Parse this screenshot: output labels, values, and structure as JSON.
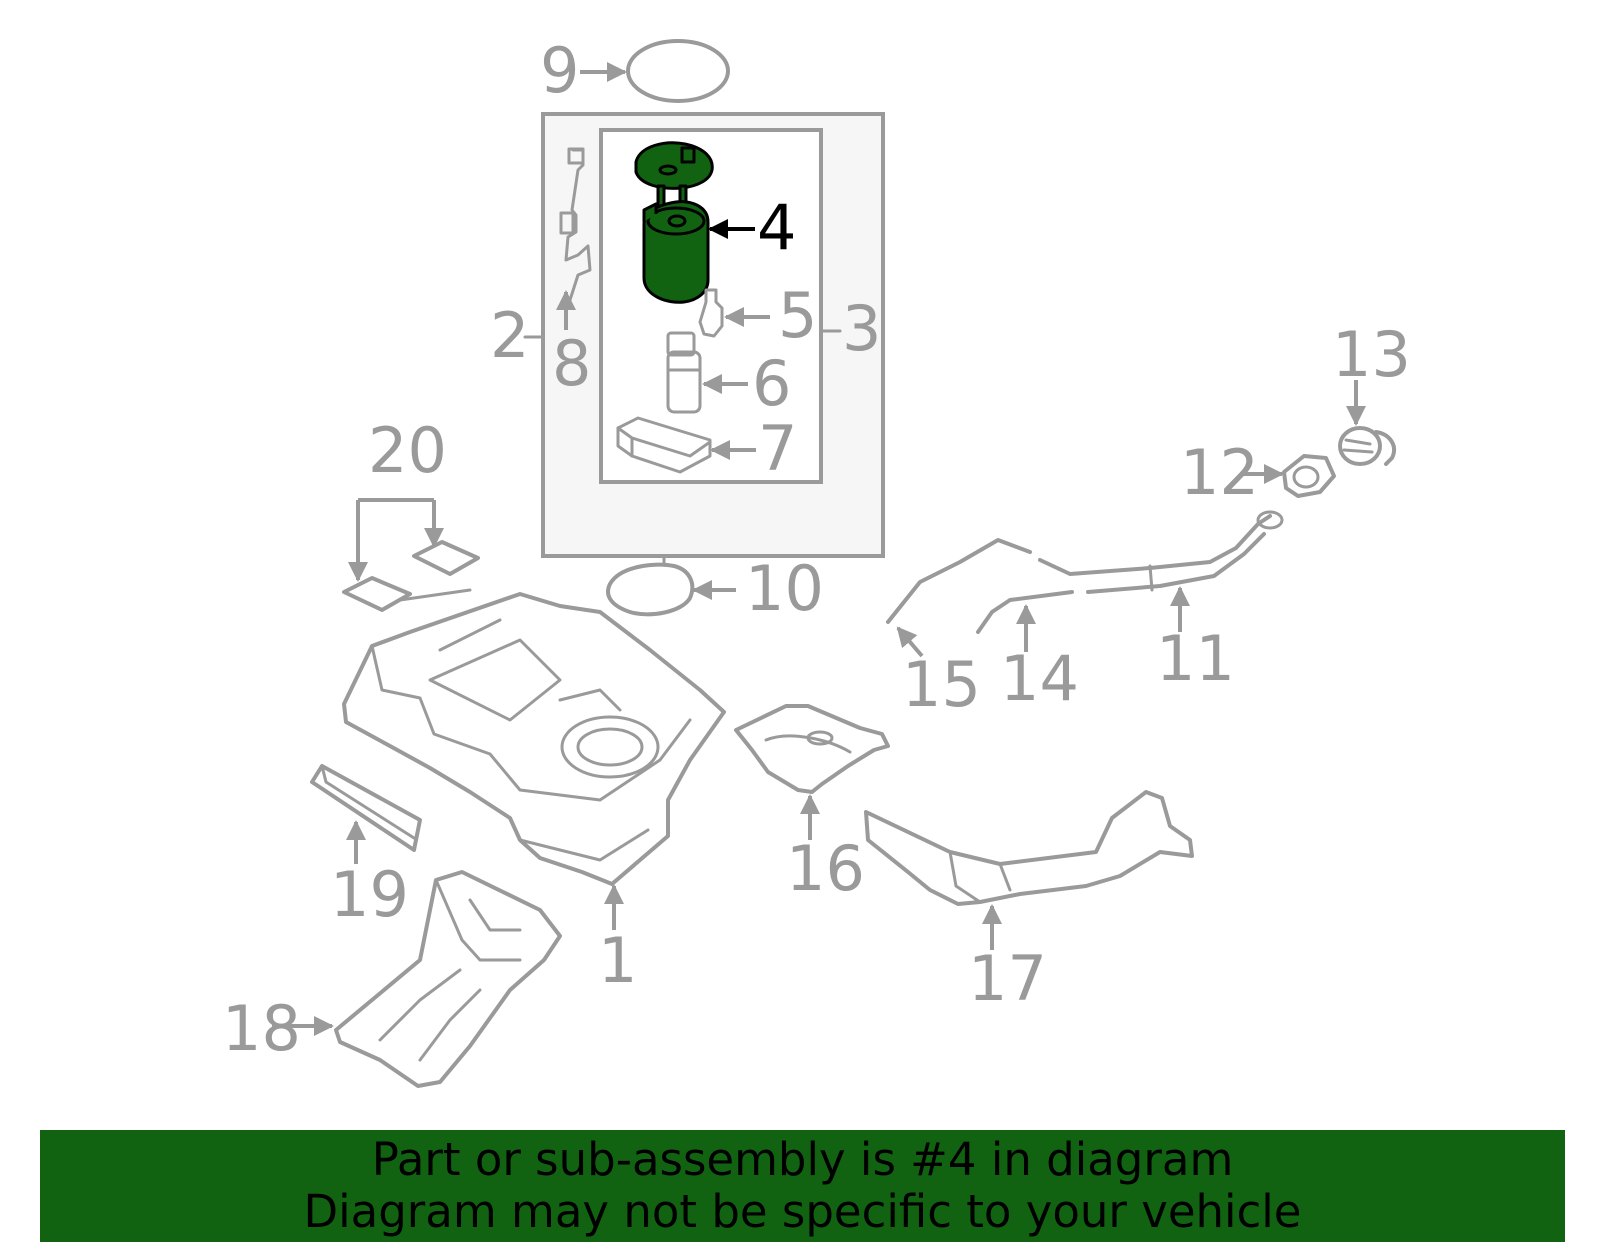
{
  "callouts": {
    "c1": "1",
    "c2": "2",
    "c3": "3",
    "c4": "4",
    "c5": "5",
    "c6": "6",
    "c7": "7",
    "c8": "8",
    "c9": "9",
    "c10": "10",
    "c11": "11",
    "c12": "12",
    "c13": "13",
    "c14": "14",
    "c15": "15",
    "c16": "16",
    "c17": "17",
    "c18": "18",
    "c19": "19",
    "c20": "20"
  },
  "highlighted_part": "4",
  "colors": {
    "highlight": "#116311",
    "line": "#9a9a9a",
    "banner": "#116311"
  },
  "banner": {
    "line1": "Part or sub-assembly is #4 in diagram",
    "line2": "Diagram may not be specific to your vehicle"
  }
}
